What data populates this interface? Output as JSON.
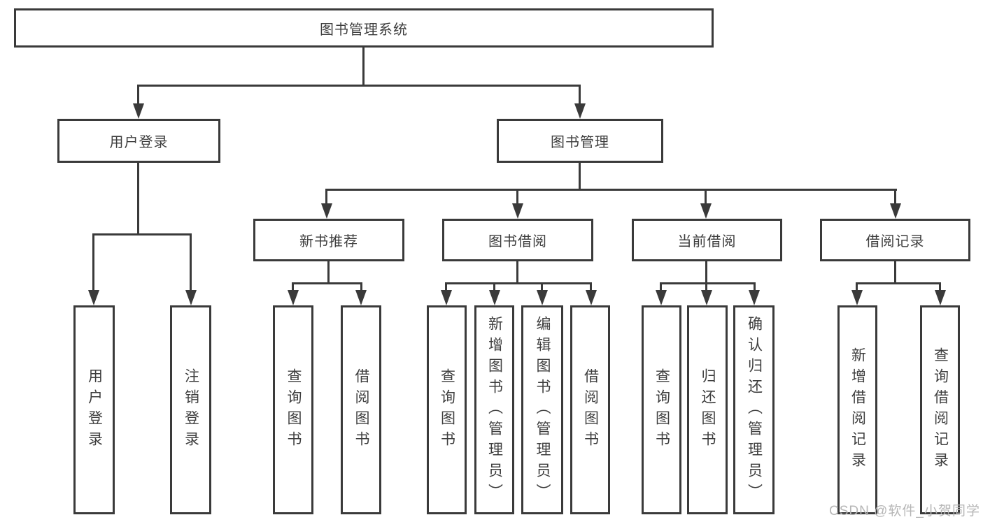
{
  "colors": {
    "line": "#3a3a3a",
    "text": "#3e3e3e",
    "watermark": "#b6b6b6",
    "background": "#ffffff"
  },
  "watermark": {
    "text": "CSDN @软件_小贺同学"
  },
  "nodes": {
    "root": {
      "label": "图书管理系统"
    },
    "user_login": {
      "label": "用户登录"
    },
    "book_mgmt": {
      "label": "图书管理"
    },
    "new_book": {
      "label": "新书推荐"
    },
    "book_borrow": {
      "label": "图书借阅"
    },
    "current_borrow": {
      "label": "当前借阅"
    },
    "borrow_record": {
      "label": "借阅记录"
    },
    "leaves": [
      {
        "label": "用户登录"
      },
      {
        "label": "注销登录"
      },
      {
        "label": "查询图书"
      },
      {
        "label": "借阅图书"
      },
      {
        "label": "查询图书"
      },
      {
        "label": "新增图书（管理员）"
      },
      {
        "label": "编辑图书（管理员）"
      },
      {
        "label": "借阅图书"
      },
      {
        "label": "查询图书"
      },
      {
        "label": "归还图书"
      },
      {
        "label": "确认归还（管理员）"
      },
      {
        "label": "新增借阅记录"
      },
      {
        "label": "查询借阅记录"
      }
    ]
  }
}
